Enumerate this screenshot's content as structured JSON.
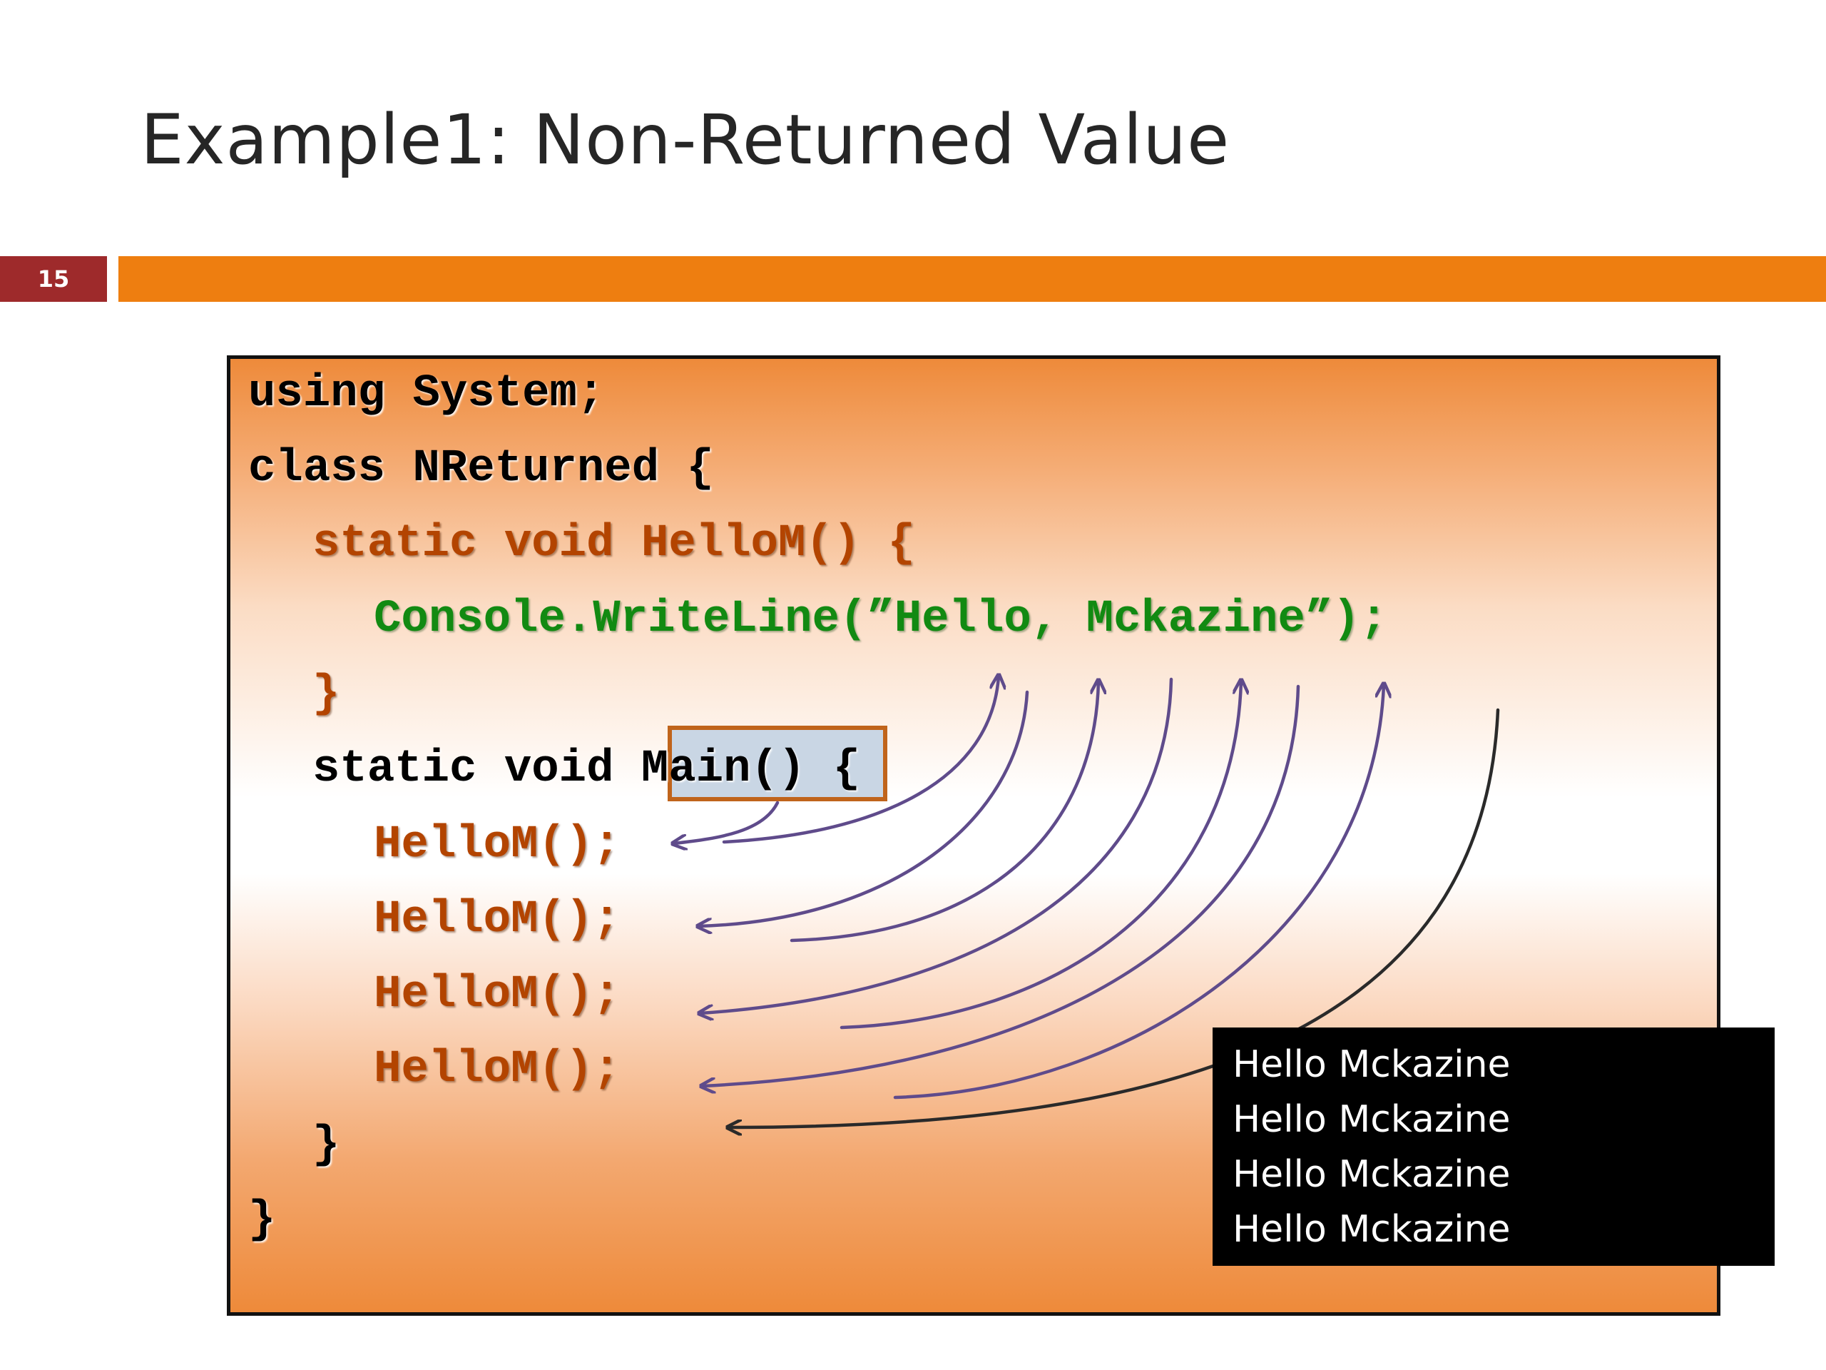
{
  "slide": {
    "title": "Example1: Non-Returned Value",
    "number": "15"
  },
  "code": {
    "line1": "using System;",
    "line2": "class NReturned {",
    "line3": "static void HelloM() {",
    "line4": "Console.WriteLine(”Hello, Mckazine”);",
    "line5": "}",
    "line6_a": "static void ",
    "line6_main": "Main()",
    "line6_b": " {",
    "call1": "HelloM();",
    "call2": "HelloM();",
    "call3": "HelloM();",
    "call4": "HelloM();",
    "line11": "}",
    "line12": "}"
  },
  "output": {
    "lines": [
      "Hello Mckazine",
      "Hello Mckazine",
      "Hello Mckazine",
      "Hello Mckazine"
    ]
  },
  "colors": {
    "title_bar": "#ee7e10",
    "badge": "#9e2a2b",
    "keyword_brown": "#b34400",
    "string_green": "#128a12",
    "arrow_purple": "#5f4b8b",
    "main_highlight": "#c9d6e4"
  }
}
